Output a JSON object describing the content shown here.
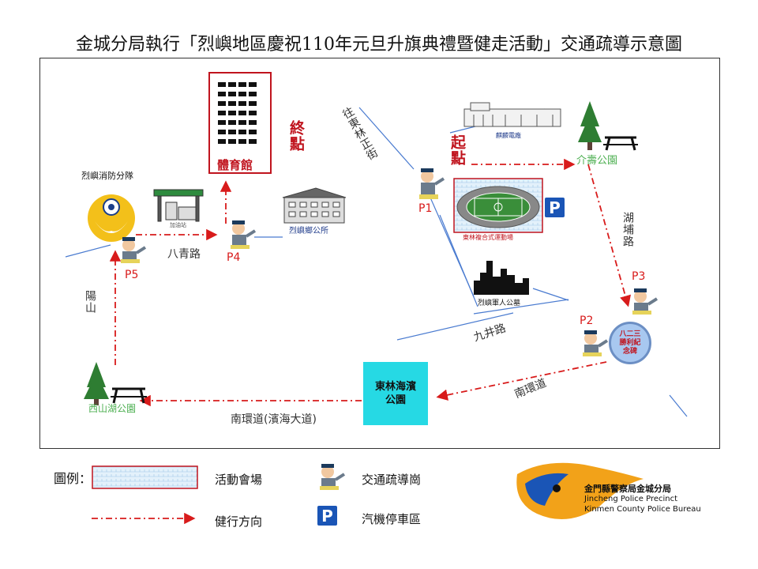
{
  "title": "金城分局執行「烈嶼地區慶祝110年元旦升旗典禮暨健走活動」交通疏導示意圖",
  "map": {
    "end_label": "終點",
    "start_label": "起點",
    "gym": "體育館",
    "fire_station": "烈嶼消防分隊",
    "gas_station": "加油站",
    "township_office": "烈嶼鄉公所",
    "power_plant": "麒麟電廠",
    "jieshou_park": "介壽公園",
    "stadium": "東林複合式運動場",
    "cemetery": "烈嶼軍人公墓",
    "xishan_park": "西山湖公園",
    "beach_park": "東林海濱公園",
    "memorial": "八二三勝利紀念碑",
    "roads": {
      "dong_lin_st": "往東林正街",
      "ba_qing": "八青路",
      "yang_shan": "陽山",
      "hu_pu": "湖埔路",
      "jiu_jing": "九井路",
      "nan_huan_1": "南環道",
      "nan_huan_2": "南環道(濱海大道)"
    },
    "posts": [
      "P1",
      "P2",
      "P3",
      "P4",
      "P5"
    ]
  },
  "legend": {
    "title": "圖例：",
    "venue": "活動會場",
    "direction": "健行方向",
    "traffic_post": "交通疏導崗",
    "parking": "汽機停車區",
    "parking_symbol": "P"
  },
  "logo": {
    "line1": "金門縣警察局金城分局",
    "line2": "Jincheng Police Precinct",
    "line3": "Kinmen County Police Bureau"
  },
  "colors": {
    "route": "#d81b1b",
    "road_line": "#4a7bd0",
    "parking": "#1a55b6"
  }
}
